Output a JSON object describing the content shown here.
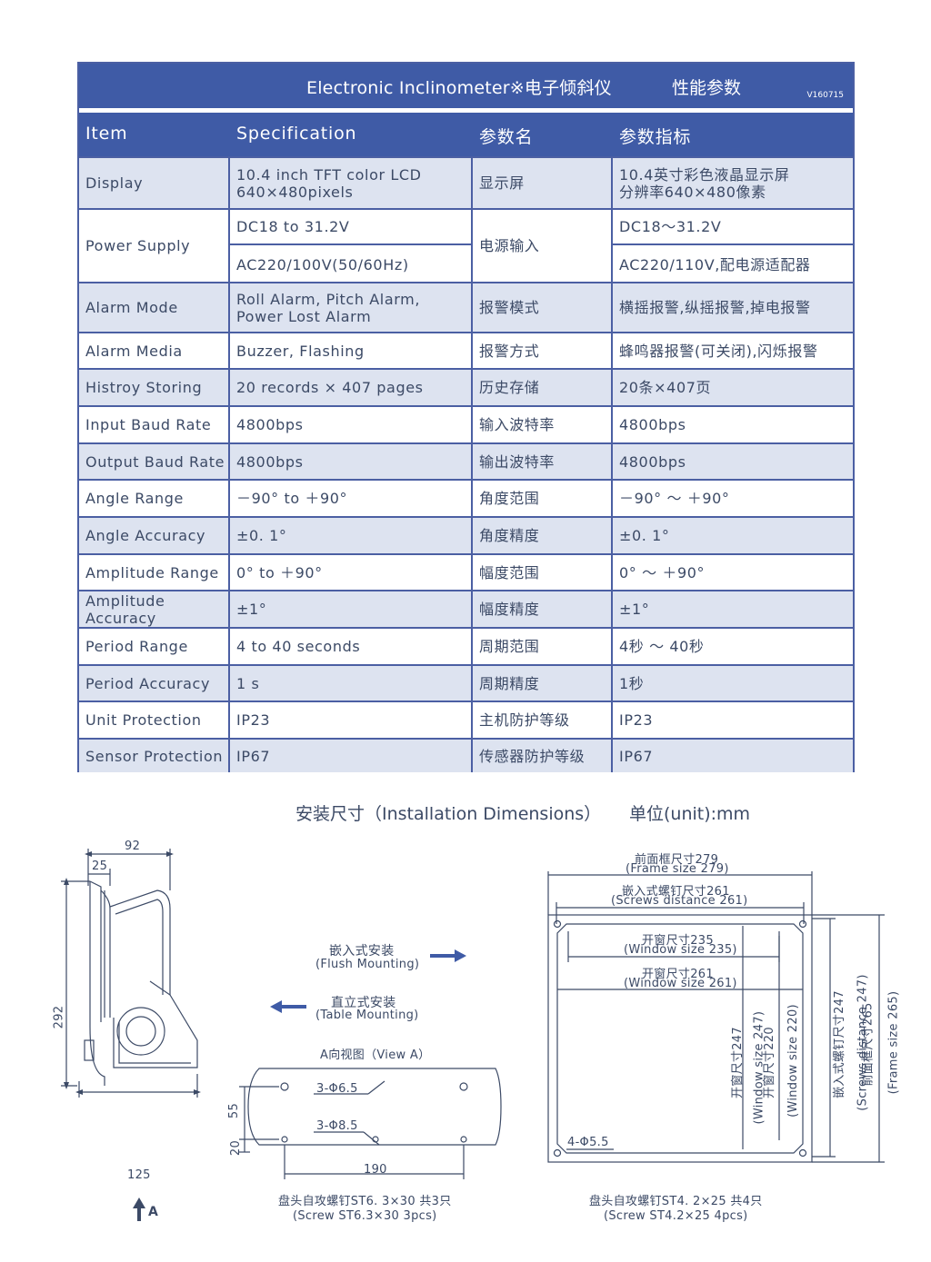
{
  "header": {
    "title": "Electronic Inclinometer※电子倾斜仪",
    "title_cn_suffix": "性能参数",
    "version": "V160715"
  },
  "columns": [
    "Item",
    "Specification",
    "参数名",
    "参数指标"
  ],
  "rows": [
    {
      "item": "Display",
      "spec": "10.4 inch TFT color LCD\n640×480pixels",
      "name_cn": "显示屏",
      "value_cn": "10.4英寸彩色液晶显示屏\n分辨率640×480像素"
    },
    {
      "item": "Power Supply",
      "spec": "DC18  to  31.2V",
      "spec2": "AC220/100V(50/60Hz)",
      "name_cn": "电源输入",
      "value_cn": "DC18～31.2V",
      "value_cn2": "AC220/110V,配电源适配器"
    },
    {
      "item": "Alarm  Mode",
      "spec": "Roll Alarm,  Pitch Alarm,\nPower  Lost  Alarm",
      "name_cn": "报警模式",
      "value_cn": "横摇报警,纵摇报警,掉电报警"
    },
    {
      "item": "Alarm Media",
      "spec": "Buzzer, Flashing",
      "name_cn": "报警方式",
      "value_cn": "蜂鸣器报警(可关闭),闪烁报警"
    },
    {
      "item": "Histroy Storing",
      "spec": "20 records  ×  407  pages",
      "name_cn": "历史存储",
      "value_cn": "20条×407页"
    },
    {
      "item": "Input Baud Rate",
      "spec": "4800bps",
      "name_cn": "输入波特率",
      "value_cn": "4800bps"
    },
    {
      "item": "Output  Baud Rate",
      "spec": "4800bps",
      "name_cn": "输出波特率",
      "value_cn": "4800bps"
    },
    {
      "item": "Angle Range",
      "spec": "－90°  to  ＋90°",
      "name_cn": "角度范围",
      "value_cn": "－90°  ～  ＋90°"
    },
    {
      "item": "Angle Accuracy",
      "spec": "±0. 1°",
      "name_cn": "角度精度",
      "value_cn": "±0. 1°"
    },
    {
      "item": "Amplitude Range",
      "spec": "0°  to  ＋90°",
      "name_cn": "幅度范围",
      "value_cn": "0°  ～  ＋90°"
    },
    {
      "item": "Amplitude Accuracy",
      "spec": "±1°",
      "name_cn": "幅度精度",
      "value_cn": "±1°"
    },
    {
      "item": "Period Range",
      "spec": "4 to 40 seconds",
      "name_cn": "周期范围",
      "value_cn": "4秒  ～  40秒"
    },
    {
      "item": "Period Accuracy",
      "spec": "1 s",
      "name_cn": "周期精度",
      "value_cn": "1秒"
    },
    {
      "item": "Unit Protection",
      "spec": "IP23",
      "name_cn": "主机防护等级",
      "value_cn": "IP23"
    },
    {
      "item": "Sensor Protection",
      "spec": "IP67",
      "name_cn": "传感器防护等级",
      "value_cn": "IP67"
    }
  ],
  "install": {
    "title": "安装尺寸（Installation  Dimensions）",
    "unit": "单位(unit):mm"
  },
  "side_view": {
    "dim_width": "92",
    "dim_offset": "25",
    "dim_height": "292",
    "dim_base": "125",
    "view_arrow_label": "A"
  },
  "mounting": {
    "flush_cn": "嵌入式安装",
    "flush_en": "(Flush  Mounting)",
    "table_cn": "直立式安装",
    "table_en": "(Table  Mounting)"
  },
  "view_a": {
    "title": "A向视图（View  A）",
    "hole1": "3-Φ6.5",
    "hole2": "3-Φ8.5",
    "dim_55": "55",
    "dim_20": "20",
    "dim_190": "190",
    "screw_cn": "盘头自攻螺钉ST6. 3×30   共3只",
    "screw_en": "(Screw ST6.3×30    3pcs)"
  },
  "front_view": {
    "frame_cn": "前面框尺寸279",
    "frame_en": "(Frame size 279)",
    "screws_cn": "嵌入式螺钉尺寸261",
    "screws_en": "(Screws distance 261)",
    "win235_cn": "开窗尺寸235",
    "win235_en": "(Window size 235)",
    "win261_cn": "开窗尺寸261",
    "win261_en": "(Window size 261)",
    "holes": "4-Φ5.5",
    "v_win247_cn": "开窗尺寸247",
    "v_win247_en": "(Window size 247)",
    "v_win220_cn": "开窗尺寸220",
    "v_win220_en": "(Window size 220)",
    "v_screws_cn": "嵌入式螺钉尺寸247",
    "v_screws_en": "(Screws distance 247)",
    "v_frame_cn": "前面框尺寸265",
    "v_frame_en": "(Frame size 265)",
    "screw_cn": "盘头自攻螺钉ST4. 2×25   共4只",
    "screw_en": "(Screw ST4.2×25    4pcs)"
  }
}
